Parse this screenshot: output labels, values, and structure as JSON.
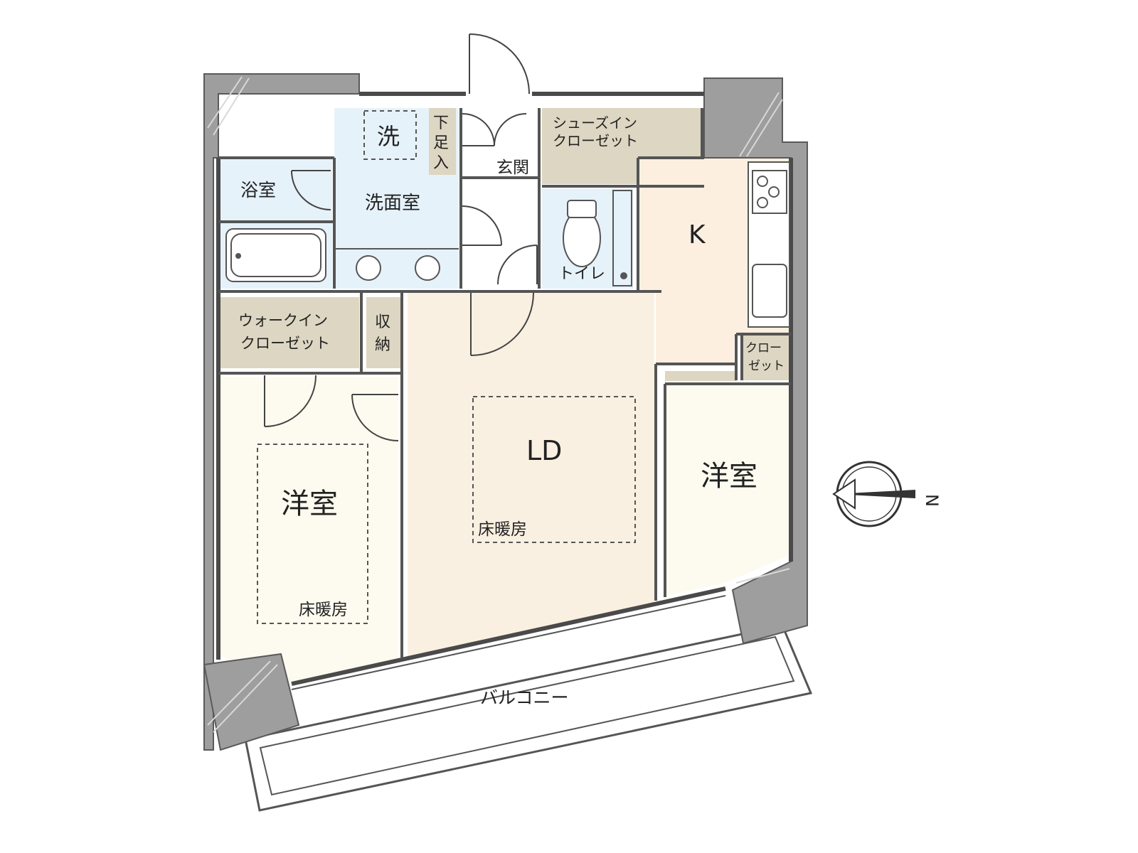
{
  "rooms": {
    "bath": "浴室",
    "washroom": "洗面室",
    "washer": "洗",
    "shoe_storage": [
      "下",
      "足",
      "入"
    ],
    "entrance": "玄関",
    "shoe_in_closet": [
      "シューズイン",
      "クローゼット"
    ],
    "toilet": "トイレ",
    "kitchen": "K",
    "walk_in_closet": [
      "ウォークイン",
      "クローゼット"
    ],
    "storage": [
      "収",
      "納"
    ],
    "closet": [
      "クロー",
      "ゼット"
    ],
    "living_dining": "LD",
    "floor_heating_ld": "床暖房",
    "western_room_left": "洋室",
    "floor_heating_left": "床暖房",
    "western_room_right": "洋室",
    "balcony": "バルコニー"
  },
  "compass": {
    "label": "N"
  },
  "colors": {
    "wet_area": "#e6f2fa",
    "storage": "#dcd6c2",
    "kitchen": "#fcefe0",
    "living": "#faf0e1",
    "bedroom": "#fdfbef",
    "column": "#9e9e9e",
    "wall": "#4a4a4a"
  }
}
